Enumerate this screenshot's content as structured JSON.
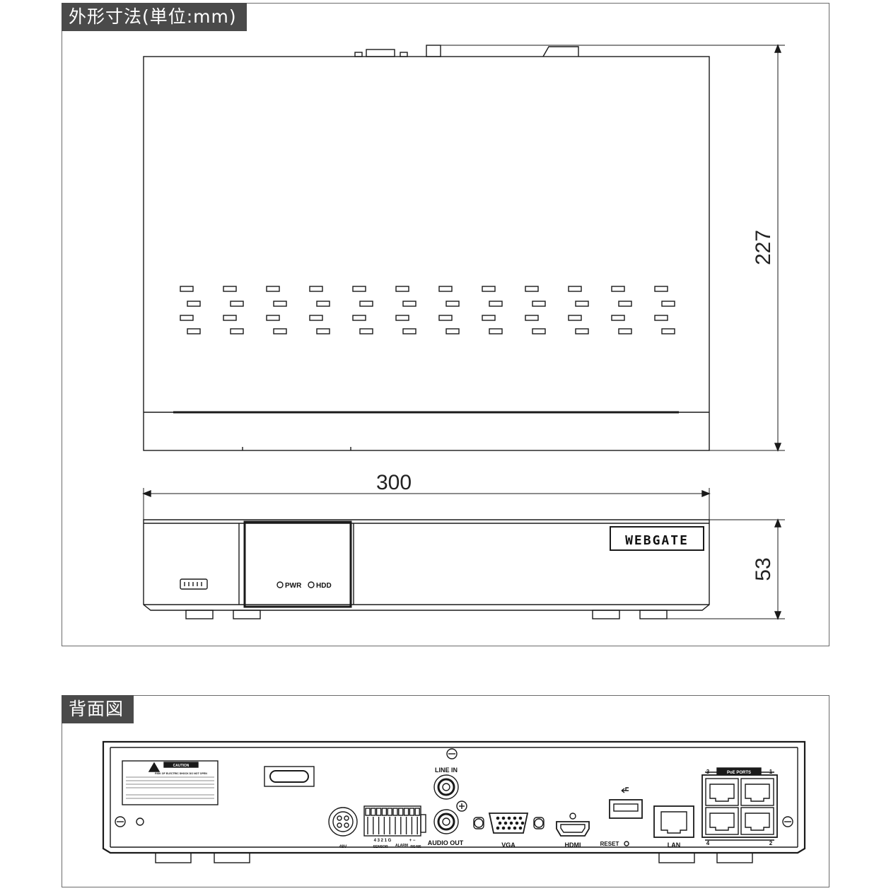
{
  "panels": {
    "dimensions_title": "外形寸法(単位:mm)",
    "rear_title": "背面図"
  },
  "dimensions": {
    "depth": "227",
    "width": "300",
    "height": "53"
  },
  "front_panel": {
    "brand": "WEBGATE",
    "pwr_label": "PWR",
    "hdd_label": "HDD"
  },
  "rear_panel": {
    "line_in": "LINE IN",
    "audio_out": "AUDIO OUT",
    "vga": "VGA",
    "hdmi": "HDMI",
    "reset": "RESET",
    "lan": "LAN",
    "power_rating": "48V",
    "sensor_numbers": "4 3 2 1 G",
    "sensor": "SENSOR",
    "alarm": "ALARM",
    "rs485_sign": "+ −",
    "rs485": "RS485",
    "poe_label": "PoE PORTS",
    "poe_3": "3",
    "poe_1": "1",
    "poe_4": "4",
    "poe_2": "2",
    "caution_title": "CAUTION",
    "caution_small": "RISK OF ELECTRIC SHOCK DO NOT OPEN"
  },
  "colors": {
    "line": "#1a1a1a",
    "frame": "#6b6b6b",
    "tag_bg": "#4a4a4a"
  }
}
